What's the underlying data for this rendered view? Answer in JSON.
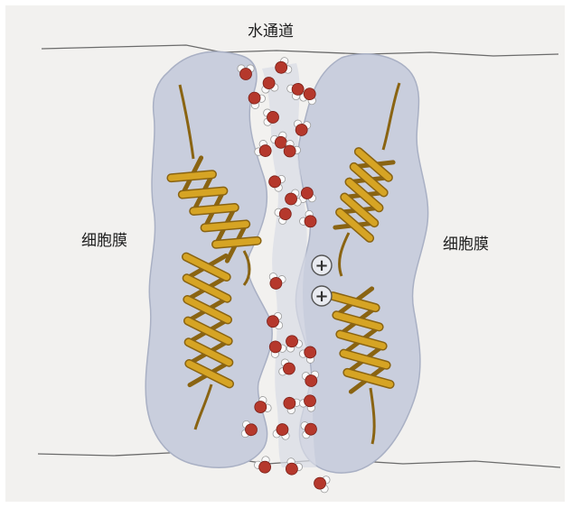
{
  "labels": {
    "water_channel": "水通道",
    "membrane_left": "细胞膜",
    "membrane_right": "细胞膜"
  },
  "colors": {
    "protein_fill": "#c9cedd",
    "protein_edge": "#a9b0c4",
    "helix": "#d6a424",
    "helix_dark": "#8a6412",
    "oxygen": "#b5382c",
    "hydrogen": "#fafafa",
    "background": "#f2f1ef"
  },
  "molecules": {
    "water_count": 32,
    "cation_count": 2,
    "cation_symbol": "+"
  }
}
